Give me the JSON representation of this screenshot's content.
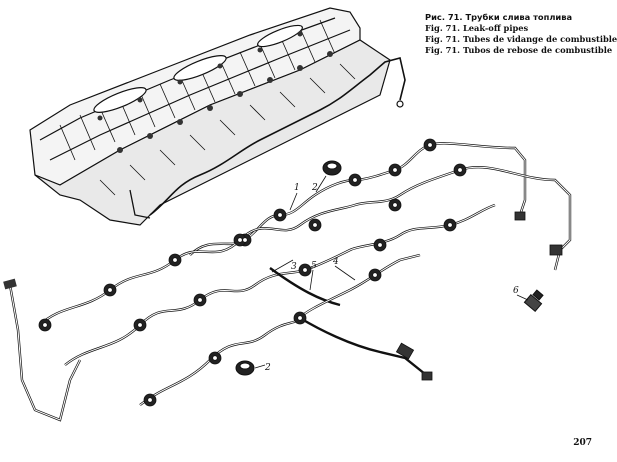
{
  "figure": {
    "captions": [
      "Рис. 71. Трубки слива топлива",
      "Fig. 71. Leak-off pipes",
      "Fig. 71. Tubes de vidange de combustible",
      "Fig. 71. Tubos de rebose de combustible"
    ],
    "callouts": [
      "1",
      "2",
      "3",
      "5",
      "4",
      "6",
      "2"
    ]
  },
  "page": {
    "number": "207"
  }
}
